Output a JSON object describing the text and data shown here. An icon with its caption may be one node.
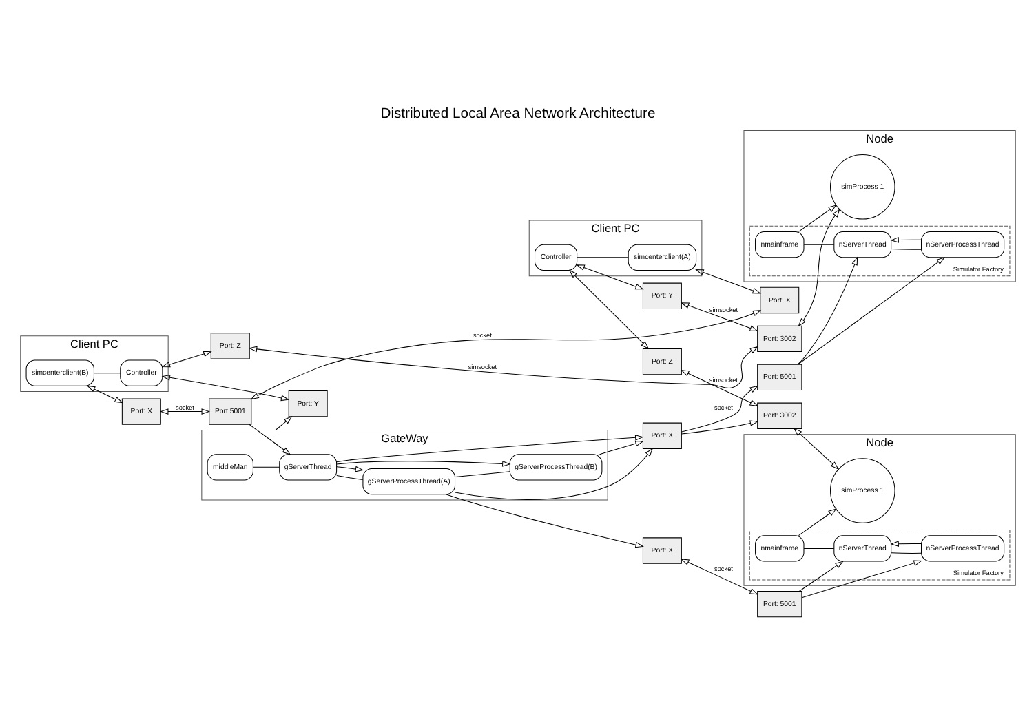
{
  "diagram": {
    "title": "Distributed Local Area Network Architecture",
    "nodes": [
      {
        "text": [
          "Client PC"
        ]
      },
      {
        "text": [
          "Controller"
        ],
        "in": 0
      },
      {
        "text": [
          "simcenterclient(A)"
        ],
        "in": 0
      },
      {
        "text": [
          "Port: Y"
        ]
      },
      {
        "text": [
          "Port: Z"
        ]
      },
      {
        "text": [
          "Port: X"
        ]
      },
      {
        "text": [
          "Node"
        ]
      },
      {
        "text": [
          "Port: 3002"
        ]
      },
      {
        "text": [
          "Port: 5001"
        ]
      },
      {
        "text": [
          "simProcess 1"
        ],
        "in": 6
      },
      {
        "text": [
          "Simulator Factory"
        ],
        "in": 6
      },
      {
        "text": [
          "nmainframe"
        ],
        "in": 10
      },
      {
        "text": [
          "nServerThread"
        ],
        "in": 10
      },
      {
        "text": [
          "nServerProcessThread"
        ],
        "in": 10
      },
      {
        "text": [
          "Client PC"
        ]
      },
      {
        "text": [
          "simcenterclient(B)"
        ],
        "in": 14
      },
      {
        "text": [
          "Controller"
        ],
        "in": 14
      },
      {
        "text": [
          "Port: X"
        ]
      },
      {
        "text": [
          "Port: Z"
        ]
      },
      {
        "text": [
          "Port: Y"
        ]
      },
      {
        "text": [
          "GateWay"
        ]
      },
      {
        "text": [
          "Port 5001"
        ]
      },
      {
        "text": [
          "middleMan"
        ],
        "in": 20
      },
      {
        "text": [
          "gServerThread"
        ],
        "in": 20
      },
      {
        "text": [
          "gServerProcessThread(A)"
        ],
        "in": 20
      },
      {
        "text": [
          "gServerProcessThread(B)"
        ],
        "in": 20
      },
      {
        "text": [
          "Port: X"
        ]
      },
      {
        "text": [
          "Port: X"
        ]
      },
      {
        "text": [
          "Node"
        ]
      },
      {
        "text": [
          "Port: 3002"
        ]
      },
      {
        "text": [
          "Port: 5001"
        ]
      },
      {
        "text": [
          "simProcess 1"
        ],
        "in": 28
      },
      {
        "text": [
          "Simulator Factory"
        ],
        "in": 28
      },
      {
        "text": [
          "nmainframe"
        ],
        "in": 32
      },
      {
        "text": [
          "nServerThread"
        ],
        "in": 32
      },
      {
        "text": [
          "nServerProcessThread"
        ],
        "in": 32
      }
    ],
    "edges": [
      {
        "from": 1,
        "to": 3,
        "arrow": "both"
      },
      {
        "from": 1,
        "to": 4,
        "arrow": "both"
      },
      {
        "from": 1,
        "to": 2,
        "arrow": "none"
      },
      {
        "from": 2,
        "to": 5,
        "arrow": "both"
      },
      {
        "from": 3,
        "to": 7,
        "arrow": "both",
        "label": "simsocket"
      },
      {
        "from": 4,
        "to": 29,
        "arrow": "both",
        "label": "simsocket"
      },
      {
        "from": 21,
        "to": 5,
        "arrow": "both",
        "label": "socket"
      },
      {
        "from": 18,
        "to": 7,
        "arrow": "both",
        "label": "simsocket"
      },
      {
        "from": 15,
        "to": 17,
        "arrow": "both"
      },
      {
        "from": 16,
        "to": 18,
        "arrow": "both"
      },
      {
        "from": 16,
        "to": 19,
        "arrow": "both"
      },
      {
        "from": 15,
        "to": 16,
        "arrow": "none"
      },
      {
        "from": 17,
        "to": 21,
        "arrow": "both",
        "label": "socket"
      },
      {
        "from": 20,
        "to": 19,
        "arrow": "to"
      },
      {
        "from": 21,
        "to": 23,
        "arrow": "to"
      },
      {
        "from": 22,
        "to": 23,
        "arrow": "none"
      },
      {
        "from": 23,
        "to": 24,
        "arrow": "none"
      },
      {
        "from": 24,
        "to": 25,
        "arrow": "none"
      },
      {
        "from": 23,
        "to": 24,
        "arrow": "to"
      },
      {
        "from": 23,
        "to": 25,
        "arrow": "to"
      },
      {
        "from": 23,
        "to": 26,
        "arrow": "to"
      },
      {
        "from": 24,
        "to": 26,
        "arrow": "to"
      },
      {
        "from": 25,
        "to": 26,
        "arrow": "to"
      },
      {
        "from": 24,
        "to": 27,
        "arrow": "to"
      },
      {
        "from": 26,
        "to": 29,
        "arrow": "to"
      },
      {
        "from": 26,
        "to": 8,
        "arrow": "to",
        "label": "socket"
      },
      {
        "from": 27,
        "to": 30,
        "arrow": "both",
        "label": "socket"
      },
      {
        "from": 7,
        "to": 9,
        "arrow": "both"
      },
      {
        "from": 8,
        "to": 12,
        "arrow": "to"
      },
      {
        "from": 8,
        "to": 13,
        "arrow": "to"
      },
      {
        "from": 13,
        "to": 12,
        "arrow": "to"
      },
      {
        "from": 11,
        "to": 9,
        "arrow": "to"
      },
      {
        "from": 11,
        "to": 12,
        "arrow": "none"
      },
      {
        "from": 12,
        "to": 13,
        "arrow": "none"
      },
      {
        "from": 29,
        "to": 31,
        "arrow": "both"
      },
      {
        "from": 30,
        "to": 34,
        "arrow": "to"
      },
      {
        "from": 30,
        "to": 35,
        "arrow": "to"
      },
      {
        "from": 35,
        "to": 34,
        "arrow": "to"
      },
      {
        "from": 33,
        "to": 31,
        "arrow": "to"
      },
      {
        "from": 33,
        "to": 34,
        "arrow": "none"
      },
      {
        "from": 34,
        "to": 35,
        "arrow": "none"
      }
    ]
  }
}
